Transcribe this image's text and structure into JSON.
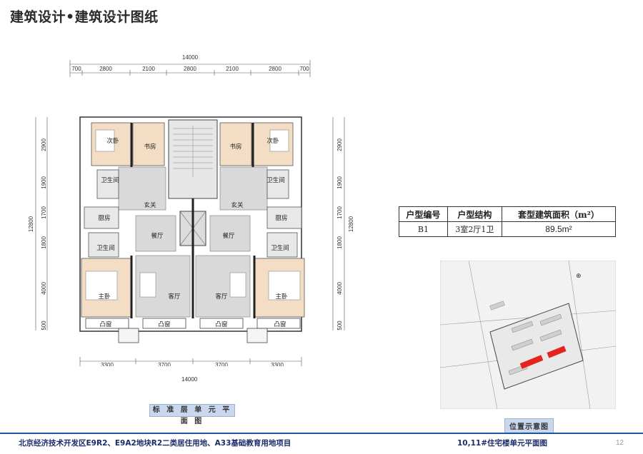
{
  "header": {
    "title": "建筑设计•建筑设计图纸"
  },
  "plan": {
    "top_total": "14000",
    "top_dims": [
      "700",
      "2800",
      "2100",
      "2800",
      "2100",
      "2800",
      "700"
    ],
    "bottom_dims": [
      "3300",
      "3700",
      "3700",
      "3300"
    ],
    "bottom_total": "14000",
    "left_dims": [
      "2900",
      "1900",
      "1700",
      "1800",
      "4000",
      "500"
    ],
    "left_total": "12800",
    "right_dims": [
      "2900",
      "1900",
      "1700",
      "1800",
      "4000",
      "500"
    ],
    "right_total": "12800",
    "rooms": {
      "bedroom2": "次卧",
      "study": "书房",
      "bathroom": "卫生间",
      "entry": "玄关",
      "kitchen": "厨房",
      "dining": "餐厅",
      "master": "主卧",
      "living": "客厅",
      "bay": "凸窗"
    },
    "caption": "标 准 层 单 元 平 面 图"
  },
  "unit_table": {
    "headers": [
      "户型编号",
      "户型结构",
      "套型建筑面积（m²）"
    ],
    "row": {
      "code": "B1",
      "layout": "3室2厅1卫",
      "area": "89.5m²"
    }
  },
  "site": {
    "caption": "位置示意图"
  },
  "footer": {
    "project": "北京经济技术开发区E9R2、E9A2地块R2二类居住用地、A33基础教育用地项目",
    "sheet": "10,11#住宅楼单元平面图",
    "page": "12"
  },
  "colors": {
    "footer_line": "#1d55a0",
    "caption_bg": "#c9d8ec",
    "site_highlight": "#e52420"
  }
}
